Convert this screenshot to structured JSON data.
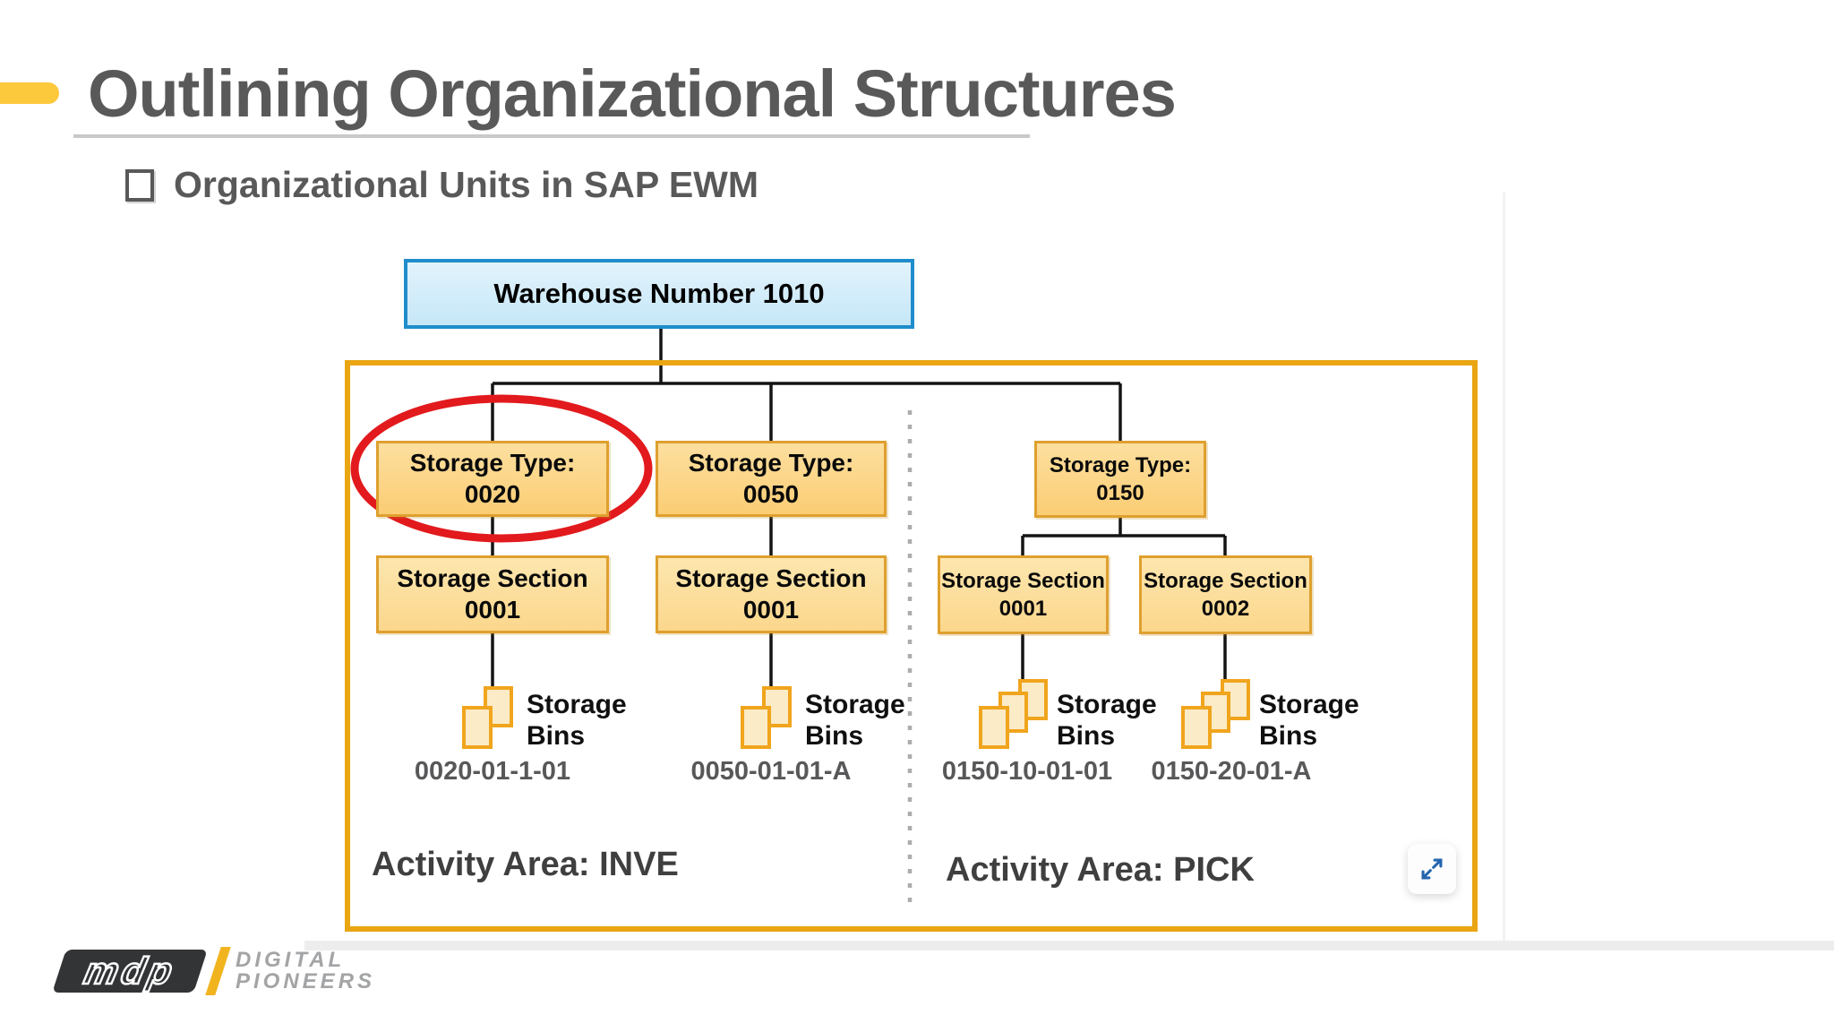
{
  "header": {
    "title": "Outlining Organizational Structures",
    "bullet": "Organizational Units in SAP EWM"
  },
  "diagram": {
    "warehouse_label": "Warehouse Number 1010",
    "storage_types": [
      {
        "label": "Storage Type:",
        "code": "0020",
        "circled": true
      },
      {
        "label": "Storage Type:",
        "code": "0050",
        "circled": false
      },
      {
        "label": "Storage Type:",
        "code": "0150",
        "circled": false
      }
    ],
    "storage_sections": [
      {
        "label": "Storage Section",
        "code": "0001"
      },
      {
        "label": "Storage Section",
        "code": "0001"
      },
      {
        "label": "Storage Section",
        "code": "0001"
      },
      {
        "label": "Storage Section",
        "code": "0002"
      }
    ],
    "storage_bins": [
      {
        "label": "Storage Bins",
        "code": "0020-01-1-01"
      },
      {
        "label": "Storage Bins",
        "code": "0050-01-01-A"
      },
      {
        "label": "Storage Bins",
        "code": "0150-10-01-01"
      },
      {
        "label": "Storage Bins",
        "code": "0150-20-01-A"
      }
    ],
    "activity_areas": [
      {
        "label": "Activity Area: INVE"
      },
      {
        "label": "Activity Area: PICK"
      }
    ],
    "icons": {
      "expand": "expand-fullscreen-icon"
    }
  },
  "footer": {
    "logo_text": "mdp",
    "logo_line1": "DIGITAL",
    "logo_line2": "PIONEERS"
  },
  "colors": {
    "accent_yellow": "#FCC83C",
    "title_gray": "#595959",
    "warehouse_fill": "#CBE9F9",
    "warehouse_border": "#1F8DCB",
    "node_fill": "#FBCE77",
    "section_fill": "#FCDA92",
    "node_border": "#DFA02F",
    "container_border": "#E9A512",
    "highlight_circle_red": "#E21A1D",
    "divider_gray": "#ACACAC",
    "expand_arrow_blue": "#2565AE"
  }
}
